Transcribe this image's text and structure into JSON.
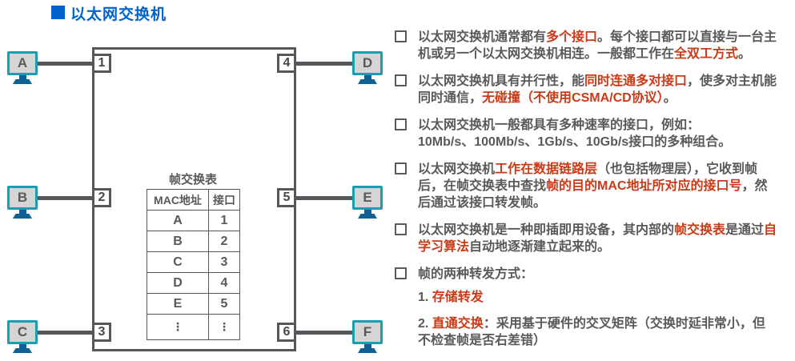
{
  "header": {
    "title": "以太网交换机"
  },
  "colors": {
    "accent_blue": "#0062CC",
    "highlight_red": "#CB3A17",
    "text_gray": "#595959",
    "line_gray": "#54575B",
    "monitor_teal": "#1B9EAF",
    "stand_navy": "#0E6295",
    "screen_gray": "#D5D5D5"
  },
  "diagram": {
    "hosts": [
      {
        "label": "A"
      },
      {
        "label": "B"
      },
      {
        "label": "C"
      },
      {
        "label": "D"
      },
      {
        "label": "E"
      },
      {
        "label": "F"
      }
    ],
    "ports": [
      "1",
      "2",
      "3",
      "4",
      "5",
      "6"
    ],
    "table": {
      "title": "帧交换表",
      "headers": [
        "MAC地址",
        "接口"
      ],
      "rows": [
        [
          "A",
          "1"
        ],
        [
          "B",
          "2"
        ],
        [
          "C",
          "3"
        ],
        [
          "D",
          "4"
        ],
        [
          "E",
          "5"
        ],
        [
          "⋮",
          "⋮"
        ]
      ]
    }
  },
  "notes": {
    "bullets": [
      {
        "kind": "check",
        "lines": [
          [
            {
              "t": "以太网交换机通常都有"
            },
            {
              "t": "多个接口",
              "red": true
            },
            {
              "t": "。每个接口都可以直接与一台主"
            }
          ],
          [
            {
              "t": "机或另一个以太网交换机相连。一般都工作在"
            },
            {
              "t": "全双工方式",
              "red": true
            },
            {
              "t": "。"
            }
          ]
        ]
      },
      {
        "kind": "check",
        "lines": [
          [
            {
              "t": "以太网交换机具有并行性，能"
            },
            {
              "t": "同时连通多对接口",
              "red": true
            },
            {
              "t": "，使多对主机能"
            }
          ],
          [
            {
              "t": "同时通信，"
            },
            {
              "t": "无碰撞（不使用CSMA/CD协议）",
              "red": true
            },
            {
              "t": "。"
            }
          ]
        ]
      },
      {
        "kind": "check",
        "lines": [
          [
            {
              "t": "以太网交换机一般都具有多种速率的接口，例如："
            }
          ],
          [
            {
              "t": "10Mb/s、100Mb/s、1Gb/s、10Gb/s接口的多种组合。"
            }
          ]
        ]
      },
      {
        "kind": "check",
        "lines": [
          [
            {
              "t": "以太网交换机"
            },
            {
              "t": "工作在数据链路层",
              "red": true
            },
            {
              "t": "（也包括物理层），它收到帧"
            }
          ],
          [
            {
              "t": "后，在帧交换表中查找"
            },
            {
              "t": "帧的目的MAC地址所对应的接口号",
              "red": true
            },
            {
              "t": "，然"
            }
          ],
          [
            {
              "t": "后通过该接口转发帧。"
            }
          ]
        ]
      },
      {
        "kind": "check",
        "lines": [
          [
            {
              "t": "以太网交换机是一种即插即用设备，其内部的"
            },
            {
              "t": "帧交换表",
              "red": true
            },
            {
              "t": "是通过"
            },
            {
              "t": "自",
              "red": true
            }
          ],
          [
            {
              "t": "学习算法",
              "red": true
            },
            {
              "t": "自动地逐渐建立起来的。"
            }
          ]
        ]
      },
      {
        "kind": "check",
        "lines": [
          [
            {
              "t": "帧的两种转发方式："
            }
          ]
        ]
      },
      {
        "kind": "sub",
        "lines": [
          [
            {
              "t": "1. "
            },
            {
              "t": "存储转发",
              "red": true
            }
          ]
        ]
      },
      {
        "kind": "sub",
        "lines": [
          [
            {
              "t": "2. "
            },
            {
              "t": "直通交换",
              "red": true
            },
            {
              "t": "：采用基于硬件的交叉矩阵（交换时延非常小，但"
            }
          ],
          [
            {
              "t": "不检查帧是否右差错）"
            }
          ]
        ]
      }
    ]
  }
}
